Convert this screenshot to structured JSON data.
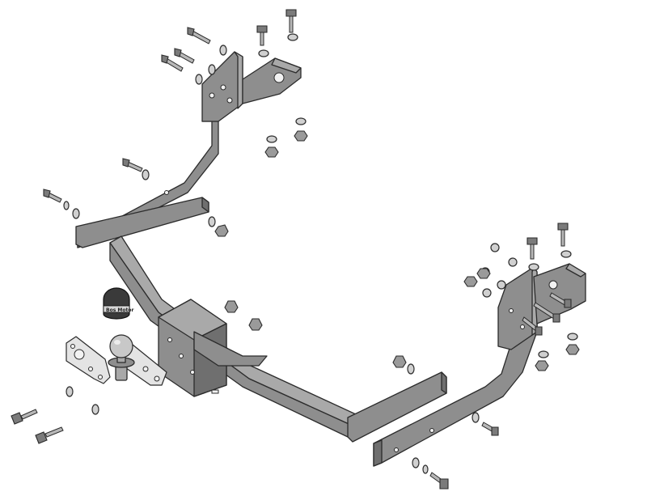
{
  "diagram": {
    "parts": [
      "left-mounting-bracket",
      "right-mounting-bracket",
      "crossbar",
      "ball-mount",
      "tow-ball",
      "ball-cap",
      "socket-plate",
      "bolts",
      "washers",
      "nuts"
    ]
  },
  "ball_cap": {
    "brand_text": "Bos Motor"
  },
  "colors": {
    "metal": "#8e8e8e",
    "outline": "#2b2b2b",
    "cap": "#3a3a3a",
    "background": "#ffffff"
  }
}
